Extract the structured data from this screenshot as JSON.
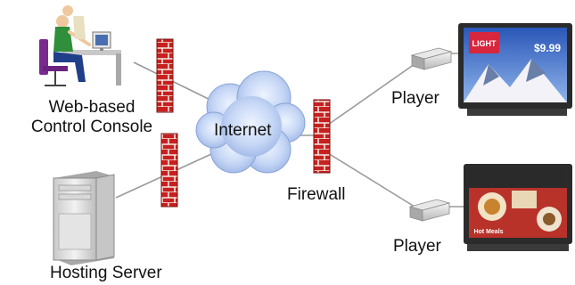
{
  "labels": {
    "console_line1": "Web-based",
    "console_line2": "Control Console",
    "internet": "Internet",
    "firewall": "Firewall",
    "player_top": "Player",
    "player_bottom": "Player",
    "server": "Hosting Server"
  },
  "screens": {
    "top_brand": "LIGHT",
    "top_price": "$9.99",
    "bottom_caption": "Hot Meals"
  },
  "icons": {
    "console": "computer-workstation-icon",
    "server": "tower-server-icon",
    "firewall": "brick-wall-icon",
    "internet": "cloud-icon",
    "player": "media-player-box-icon",
    "display": "flat-panel-display-icon"
  },
  "colors": {
    "firewall_brick": "#c8201e",
    "cloud": "#b9cdf0",
    "line": "#9a9a9a"
  }
}
